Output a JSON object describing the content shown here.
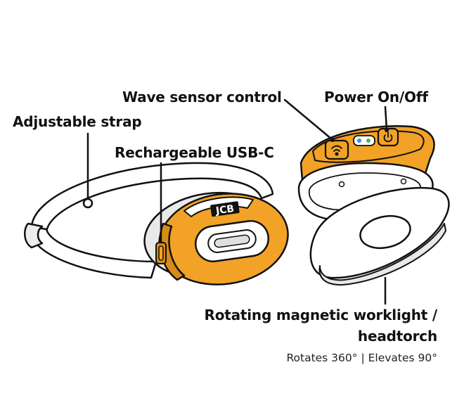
{
  "colors": {
    "body": "#F2A227",
    "body_shade": "#D98B16",
    "outline": "#111111",
    "white_part": "#FFFFFF",
    "grey_part": "#E9E9E9"
  },
  "labels": {
    "adjustable_strap": "Adjustable strap",
    "wave_sensor": "Wave sensor control",
    "power": "Power On/Off",
    "usb": "Rechargeable USB-C",
    "rotating_line1": "Rotating magnetic worklight /",
    "rotating_line2": "headtorch",
    "spec": "Rotates 360° | Elevates 90°"
  },
  "device": {
    "logo": "JCB"
  },
  "icons": [
    "wave-sensor-icon",
    "power-icon",
    "usb-port-icon"
  ]
}
